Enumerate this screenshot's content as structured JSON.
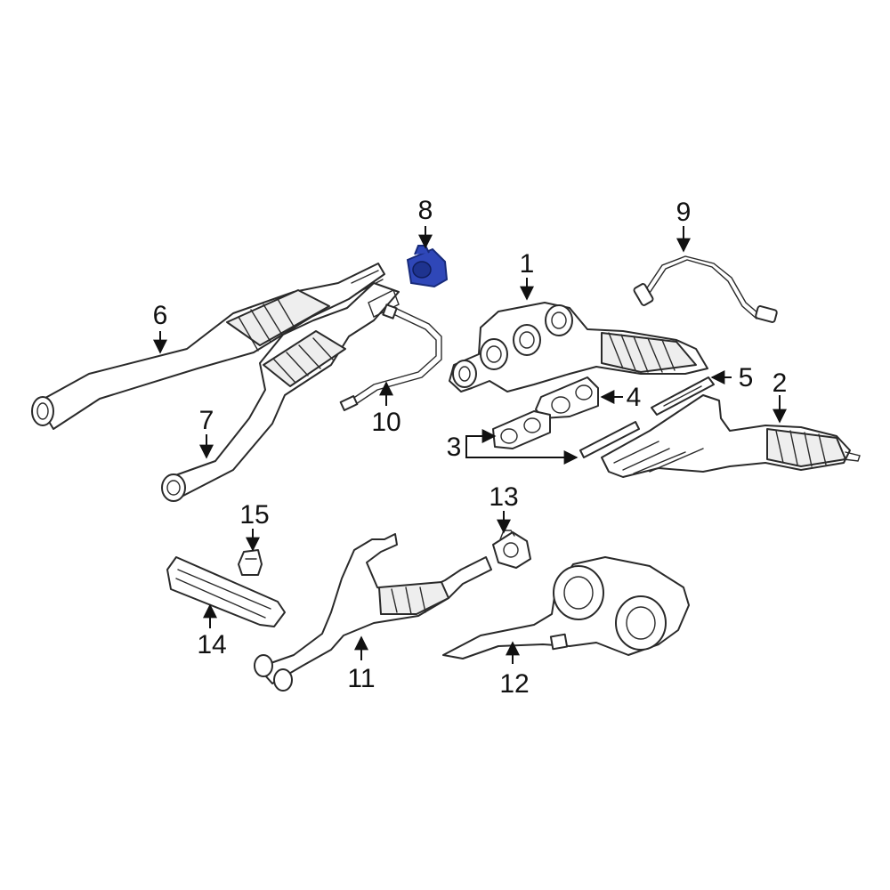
{
  "accent_color": "#2f47b8",
  "highlighted_callout": "8",
  "callouts": {
    "c1": "1",
    "c2": "2",
    "c3": "3",
    "c4": "4",
    "c5": "5",
    "c6": "6",
    "c7": "7",
    "c8": "8",
    "c9": "9",
    "c10": "10",
    "c11": "11",
    "c12": "12",
    "c13": "13",
    "c14": "14",
    "c15": "15"
  }
}
